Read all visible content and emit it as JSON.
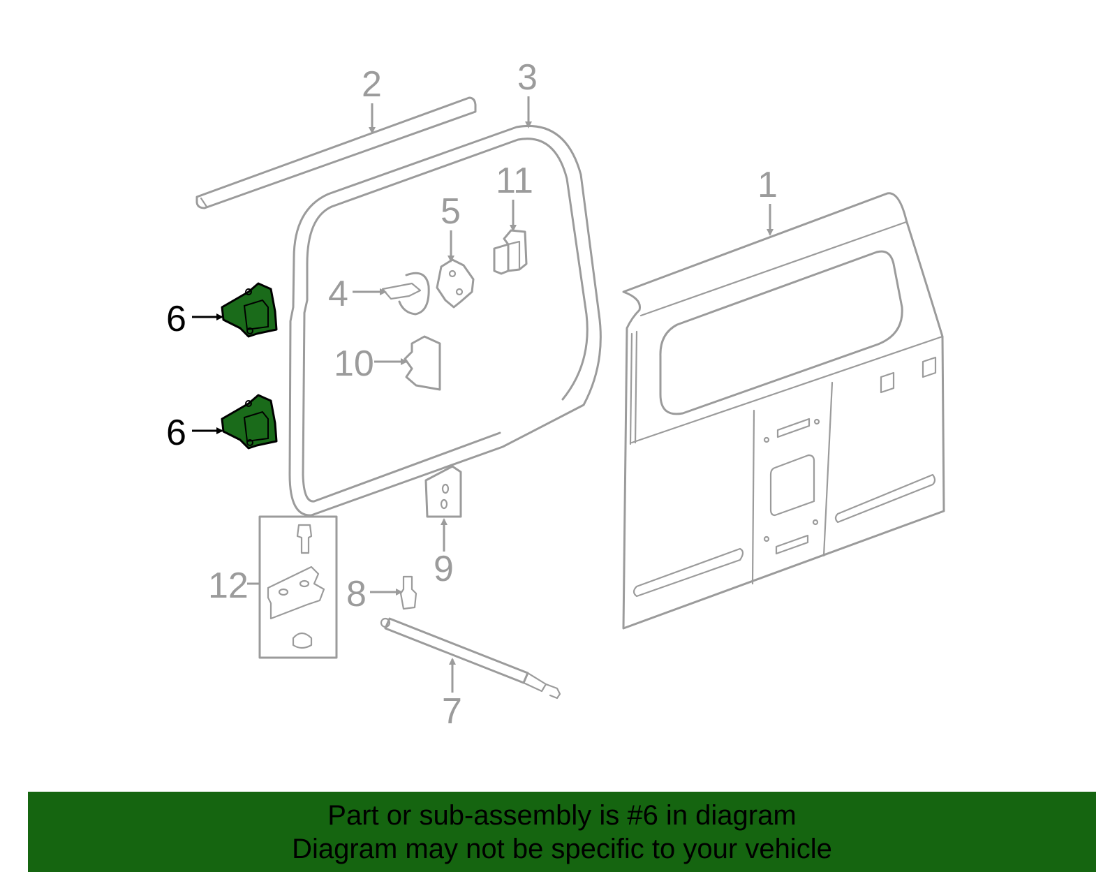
{
  "colors": {
    "part_stroke": "#9b9b9b",
    "highlight_fill": "#1a6b1a",
    "banner_bg": "#156510",
    "banner_text": "#000000"
  },
  "callouts": {
    "c1": "1",
    "c2": "2",
    "c3": "3",
    "c4": "4",
    "c5": "5",
    "c6a": "6",
    "c6b": "6",
    "c7": "7",
    "c8": "8",
    "c9": "9",
    "c10": "10",
    "c11": "11",
    "c12": "12"
  },
  "banner": {
    "line1": "Part or sub-assembly is #6 in diagram",
    "line2": "Diagram may not be specific to your vehicle"
  }
}
